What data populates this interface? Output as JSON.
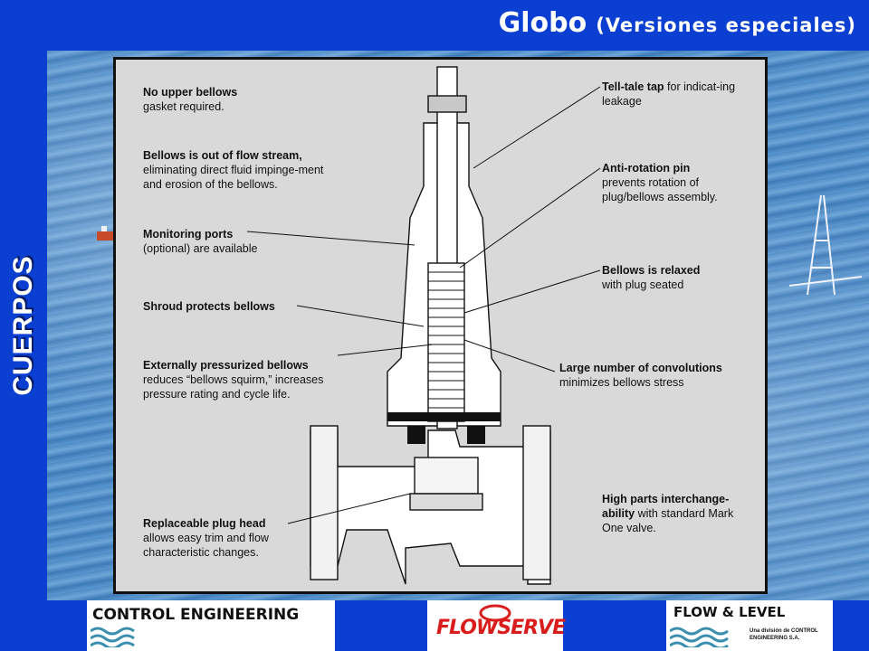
{
  "header": {
    "title": "Globo",
    "subtitle": "(Versiones especiales)"
  },
  "sidebar": {
    "section_label": "CUERPOS"
  },
  "diagram": {
    "callouts_left": [
      {
        "bold": "No upper bellows",
        "rest": "gasket required."
      },
      {
        "bold": "Bellows is out of flow stream,",
        "rest": "eliminating direct fluid impinge-ment and erosion of the bellows."
      },
      {
        "bold": "Monitoring ports",
        "rest": "(optional) are available"
      },
      {
        "bold": "Shroud protects bellows",
        "rest": ""
      },
      {
        "bold": "Externally pressurized bellows",
        "rest": "reduces “bellows squirm,” increases pressure rating and cycle life."
      },
      {
        "bold": "Replaceable plug head",
        "rest": "allows easy trim and flow characteristic changes."
      }
    ],
    "callouts_right": [
      {
        "bold": "Tell-tale tap",
        "rest": "for indicat-ing leakage"
      },
      {
        "bold": "Anti-rotation pin",
        "rest": "prevents rotation of plug/bellows assembly."
      },
      {
        "bold": "Bellows is relaxed",
        "rest": "with plug seated"
      },
      {
        "bold": "Large number of convolutions",
        "rest": "minimizes bellows stress"
      },
      {
        "bold": "High parts interchange-ability",
        "rest": "with standard Mark One valve."
      }
    ]
  },
  "footer": {
    "logo_left": "CONTROL ENGINEERING",
    "logo_center": "FLOWSERVE",
    "logo_right": "FLOW & LEVEL",
    "logo_right_sub": "Una división de CONTROL ENGINEERING S.A."
  },
  "colors": {
    "brand_blue": "#0a3fd2",
    "panel_gray": "#d9d9d9",
    "flowserve_red": "#d91c1c"
  }
}
